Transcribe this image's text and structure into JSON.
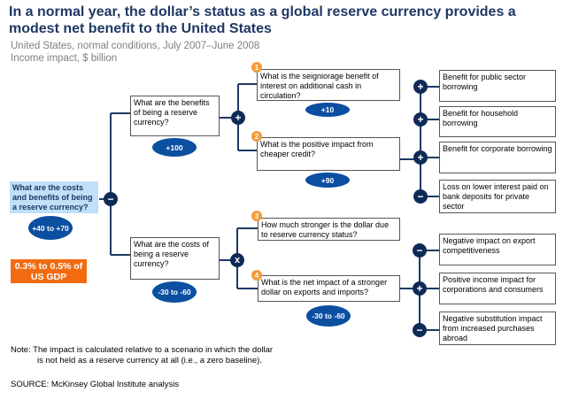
{
  "title": "In a normal year, the dollar’s status as a global reserve currency provides a modest net benefit to the United States",
  "subtitle_1": "United States, normal conditions, July 2007–June 2008",
  "subtitle_2": "Income impact, $ billion",
  "root": {
    "question": "What are the costs and benefits of being a reserve currency?",
    "value": "+40 to +70",
    "gdp": "0.3% to 0.5% of US GDP",
    "operator": "−"
  },
  "benefits": {
    "question": "What are the benefits of being a reserve currency?",
    "value": "+100",
    "operator": "+",
    "seigniorage": {
      "number": "1",
      "question": "What is the seigniorage benefit of interest on additional cash in circulation?",
      "value": "+10"
    },
    "credit": {
      "number": "2",
      "question": "What is the positive impact from cheaper credit?",
      "value": "+90",
      "items": [
        {
          "op": "+",
          "text": "Benefit for public sector borrowing"
        },
        {
          "op": "+",
          "text": "Benefit for household borrowing"
        },
        {
          "op": "+",
          "text": "Benefit for corporate borrowing"
        },
        {
          "op": "−",
          "text": "Loss on lower interest paid on bank deposits for private sector"
        }
      ]
    }
  },
  "costs": {
    "question": "What are the costs of being a reserve currency?",
    "value": "-30 to -60",
    "operator": "x",
    "dollar": {
      "number": "3",
      "question": "How much stronger is the dollar due to reserve currency status?"
    },
    "exports": {
      "number": "4",
      "question": "What is the net impact of a stronger dollar on exports and imports?",
      "value": "-30 to -60",
      "operator": "+",
      "items": [
        {
          "op": "−",
          "text": "Negative impact on export competitiveness"
        },
        {
          "op": "+",
          "text": "Positive income impact for corporations and consumers"
        },
        {
          "op": "−",
          "text": "Negative substitution impact from increased purchases abroad"
        }
      ]
    }
  },
  "note_1": "Note: The impact is calculated relative to a scenario in which the dollar",
  "note_2": "is not held as a reserve currency at all (i.e., a zero baseline).",
  "source": "SOURCE: McKinsey Global Institute analysis",
  "colors": {
    "title": "#1f3864",
    "oval": "#0b4fa0",
    "operator": "#0e2a57",
    "number_badge": "#f39b3c",
    "gdp_box": "#f26b11",
    "root_box": "#bfe0f7"
  }
}
